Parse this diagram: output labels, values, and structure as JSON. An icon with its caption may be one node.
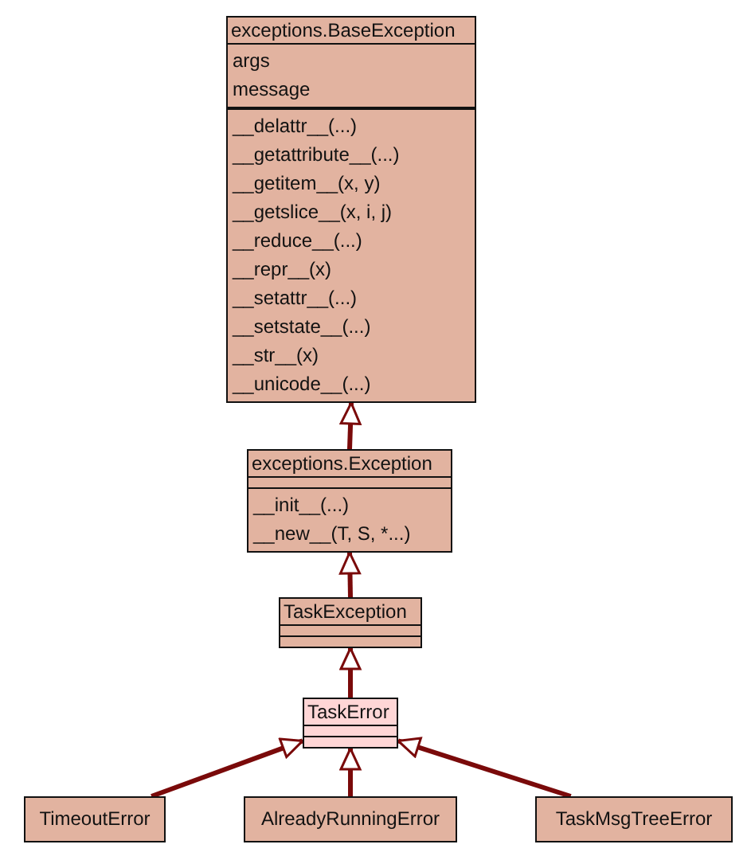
{
  "diagram": {
    "nodes": [
      {
        "text": [
          "exceptions.BaseException"
        ]
      },
      {
        "text": [
          "args",
          "message"
        ],
        "in": 0
      },
      {
        "text": [
          "__delattr__(...)",
          "__getattribute__(...)",
          "__getitem__(x, y)",
          "__getslice__(x, i, j)",
          "__reduce__(...)",
          "__repr__(x)",
          "__setattr__(...)",
          "__setstate__(...)",
          "__str__(x)",
          "__unicode__(...)"
        ],
        "in": 0
      },
      {
        "text": [
          "exceptions.Exception"
        ]
      },
      {
        "text": [],
        "shape": "box",
        "in": 3
      },
      {
        "text": [
          "__init__(...)",
          "__new__(T, S, *...)"
        ],
        "in": 3
      },
      {
        "text": [
          "TaskException"
        ]
      },
      {
        "text": [],
        "shape": "box",
        "in": 6
      },
      {
        "text": [],
        "shape": "box",
        "in": 6
      },
      {
        "text": [
          "TaskError"
        ]
      },
      {
        "text": [],
        "shape": "box",
        "in": 9
      },
      {
        "text": [],
        "shape": "box",
        "in": 9
      },
      {
        "text": [
          "TimeoutError"
        ]
      },
      {
        "text": [
          "AlreadyRunningError"
        ]
      },
      {
        "text": [
          "TaskMsgTreeError"
        ]
      }
    ],
    "edges": [
      {
        "from": 3,
        "to": 0,
        "arrow": "to"
      },
      {
        "from": 6,
        "to": 3,
        "arrow": "to"
      },
      {
        "from": 9,
        "to": 6,
        "arrow": "to"
      },
      {
        "from": 12,
        "to": 9,
        "arrow": "to"
      },
      {
        "from": 13,
        "to": 9,
        "arrow": "to"
      },
      {
        "from": 14,
        "to": 9,
        "arrow": "to"
      }
    ]
  }
}
